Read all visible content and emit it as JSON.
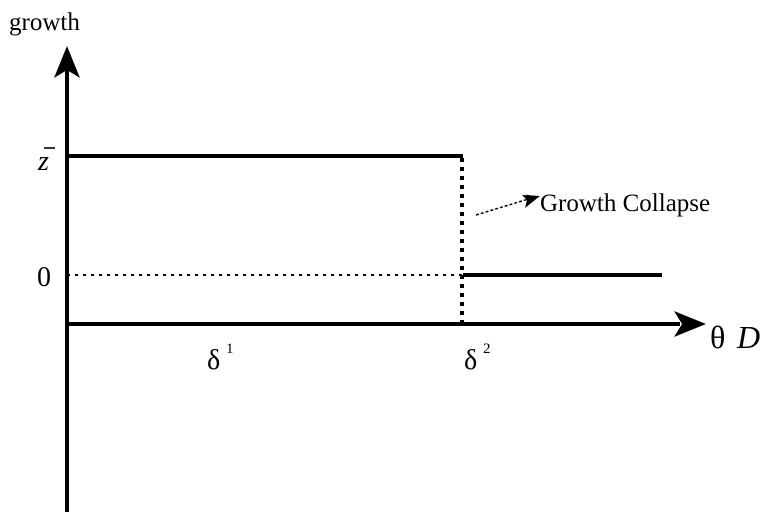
{
  "y_axis_label": "growth",
  "x_axis_label": {
    "theta": "θ",
    "d": "D"
  },
  "y_ticks": {
    "zbar": "z",
    "zero": "0"
  },
  "x_ticks": {
    "delta1": {
      "base": "δ",
      "sup": "1"
    },
    "delta2": {
      "base": "δ",
      "sup": "2"
    }
  },
  "annotation": "Growth Collapse",
  "colors": {
    "ink": "#000000",
    "background": "#ffffff"
  }
}
